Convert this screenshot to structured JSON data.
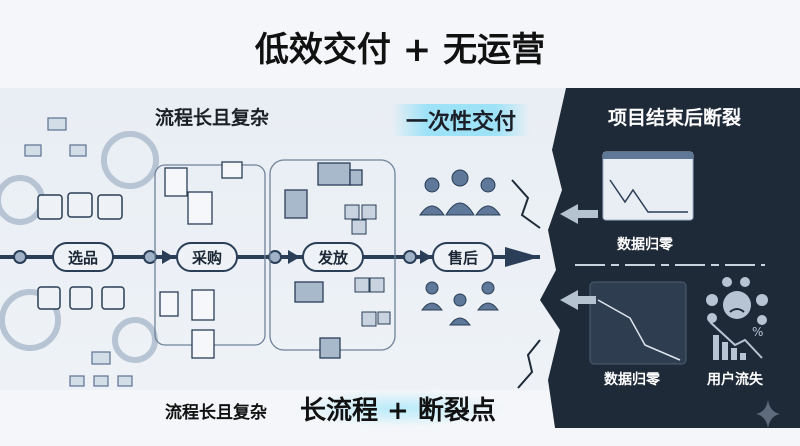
{
  "title": "低效交付 + 无运营",
  "headers": {
    "complex": "流程长且复杂",
    "one_time": "一次性交付",
    "broken": "项目结束后断裂"
  },
  "flow_steps": [
    "选品",
    "采购",
    "发放",
    "售后"
  ],
  "right_panel": {
    "data_zero_1": "数据归零",
    "data_zero_2": "数据归零",
    "user_churn": "用户流失",
    "percent_symbol": "%"
  },
  "bottom": {
    "caption": "流程长且复杂",
    "headline": "长流程 + 断裂点"
  },
  "colors": {
    "dark_panel": "#1f2a38",
    "line": "#2a3e57",
    "accent_glow": "#96e1f8"
  }
}
